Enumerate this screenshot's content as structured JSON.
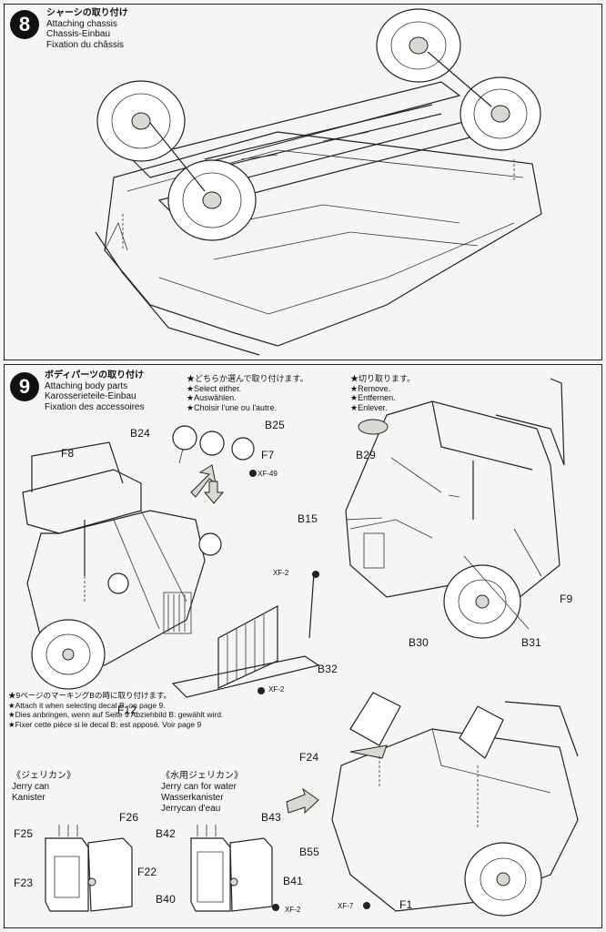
{
  "step8": {
    "number": "8",
    "title_jp": "シャーシの取り付け",
    "title_en": "Attaching chassis",
    "title_de": "Chassis-Einbau",
    "title_fr": "Fixation du châssis"
  },
  "step9": {
    "number": "9",
    "title_jp": "ボディパーツの取り付け",
    "title_en": "Attaching body parts",
    "title_de": "Karosserieteile-Einbau",
    "title_fr": "Fixation des accessoires",
    "select_note": {
      "jp": "★どちらか選んで取り付けます。",
      "en": "★Select either.",
      "de": "★Auswählen.",
      "fr": "★Choisir l'une ou l'autre."
    },
    "remove_note": {
      "jp": "★切り取ります。",
      "en": "★Remove.",
      "de": "★Entfernen.",
      "fr": "★Enlever."
    },
    "decal_note": {
      "jp": "★9ページのマーキングBの時に取り付けます。",
      "en": "★Attach it when selecting decal B: on page 9.",
      "de": "★Dies anbringen, wenn auf Seite 9 Abziehbild B: gewählt wird.",
      "fr": "★Fixer cette pièce si le decal B: est apposé. Voir page 9"
    },
    "jerry_can": {
      "jp": "《ジェリカン》",
      "en": "Jerry can",
      "de": "Kanister"
    },
    "water_can": {
      "jp": "《水用ジェリカン》",
      "en": "Jerry can for water",
      "de": "Wasserkanister",
      "fr": "Jerrycan d'eau"
    },
    "parts": {
      "b24": "B24",
      "b25": "B25",
      "f7": "F7",
      "xf49": "XF-49",
      "f8": "F8",
      "b29": "B29",
      "b15": "B15",
      "f9": "F9",
      "b30": "B30",
      "b31": "B31",
      "xf2a": "XF-2",
      "b32": "B32",
      "xf2b": "XF-2",
      "f12": "F12",
      "f24": "F24",
      "b55": "B55",
      "xf7": "XF-7",
      "f1": "F1",
      "f25": "F25",
      "f26": "F26",
      "f22": "F22",
      "f23": "F23",
      "b42": "B42",
      "b43": "B43",
      "b41": "B41",
      "b40": "B40",
      "xf2c": "XF-2"
    }
  },
  "icons": [
    "step-number-badge",
    "arrow-icon",
    "paint-dot-icon",
    "cut-icon"
  ]
}
